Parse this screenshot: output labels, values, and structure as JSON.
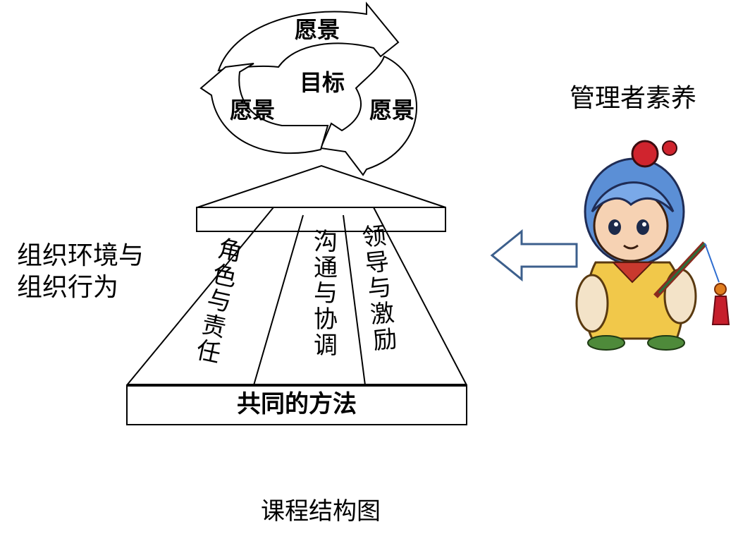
{
  "cycle": {
    "center": "目标",
    "top": "愿景",
    "left": "愿景",
    "right": "愿景"
  },
  "pillars": [
    {
      "chars": [
        "角",
        "色",
        "与",
        "责",
        "任"
      ]
    },
    {
      "chars": [
        "沟",
        "通",
        "与",
        "协",
        "调"
      ]
    },
    {
      "chars": [
        "领",
        "导",
        "与",
        "激",
        "励"
      ]
    }
  ],
  "base_label": "共同的方法",
  "left_label": {
    "line1": "组织环境与",
    "line2": "组织行为"
  },
  "right_label": "管理者素养",
  "caption": "课程结构图",
  "icons": {
    "arrow": "hollow-left-arrow-icon",
    "character": "cartoon-character-icon"
  },
  "colors": {
    "arrow_stroke": "#3c5f8c",
    "line": "#000000"
  }
}
